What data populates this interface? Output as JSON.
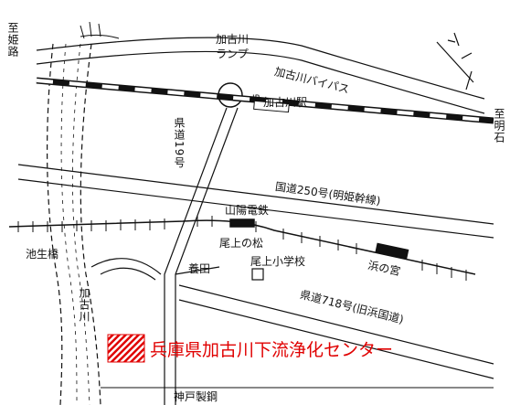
{
  "map": {
    "labels": {
      "to_himeji": "至姫路",
      "to_akashi": "至明石",
      "kakogawa_ramp": "加古川ランプ",
      "bypass": "加古川バイパス",
      "jr": "JR",
      "kakogawa_station": "加古川駅",
      "prefectural_road": "県道19号",
      "route250": "国道250号(明姫幹線)",
      "sanyo_railway": "山陽電鉄",
      "onoe_no_matsu": "尾上の松",
      "hama_no_miya": "浜の宮",
      "fukuta": "養田",
      "onoe_elementary": "尾上小学校",
      "route718": "県道718号(旧浜国道)",
      "kakogawa_river": "加古川",
      "ikuyo_bridge": "池生橋",
      "facility": "兵庫県加古川下流浄化センター",
      "kobe_steel": "神戸製鋼"
    },
    "colors": {
      "facility_text": "#e00000",
      "facility_marker": "#e00000",
      "lines": "#111111"
    },
    "icons": [
      "north-arrow-icon",
      "facility-marker-icon",
      "station-marker-icon",
      "school-marker-icon"
    ]
  }
}
